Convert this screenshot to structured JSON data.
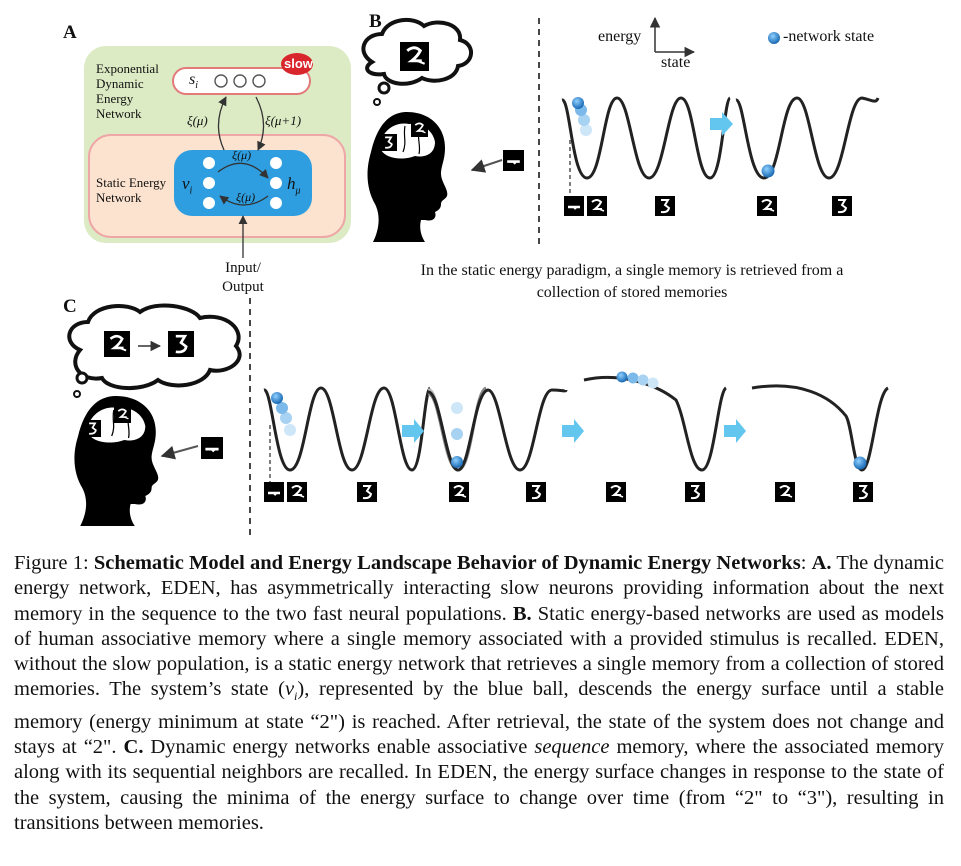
{
  "panels": {
    "a": "A",
    "b": "B",
    "c": "C"
  },
  "panel_a": {
    "slow_box_label": "Exponential Dynamic Energy Network",
    "slow_box_lines": [
      "Exponential",
      "Dynamic",
      "Energy",
      "Network"
    ],
    "slow_var": "s",
    "slow_var_sub": "i",
    "slow_badge": "slow",
    "xi_mu": "ξ(μ)",
    "xi_mu_plus": "ξ(μ+1)",
    "static_box_lines": [
      "Static Energy",
      "Network"
    ],
    "v_var": "v",
    "v_sub": "i",
    "h_var": "h",
    "h_sub": "μ",
    "io_label_lines": [
      "Input/",
      "Output"
    ]
  },
  "panel_b": {
    "axis_energy": "energy",
    "axis_state": "state",
    "legend": "-network state",
    "caption_lines": [
      "In the static energy paradigm, a single memory is retrieved from a",
      "collection of stored memories"
    ]
  },
  "digit_labels": {
    "two": "2",
    "three": "3"
  },
  "caption": {
    "figure_label": "Figure 1:",
    "title": "Schematic Model and Energy Landscape Behavior of Dynamic Energy Networks",
    "a_label": "A.",
    "a_text": "The dynamic energy network, EDEN, has asymmetrically interacting slow neurons providing information about the next memory in the sequence to the two fast neural populations.",
    "b_label": "B.",
    "b_text_1": "Static energy-based networks are used as models of human associative memory where a single memory associated with a provided stimulus is recalled.  EDEN, without the slow population, is a static energy network that retrieves a single memory from a collection of stored memories. The system’s state (",
    "b_var": "v",
    "b_var_sub": "i",
    "b_text_2": "), represented by the blue ball, descends the energy surface until a stable memory (energy minimum at state “2\") is reached. After retrieval, the state of the system does not change and stays at “2\".",
    "c_label": "C.",
    "c_text_1": "Dynamic energy networks enable associative",
    "c_em": "sequence",
    "c_text_2": "memory, where the associated memory along with its sequential neighbors are recalled. In EDEN, the energy surface changes in response to the state of the system, causing the minima of the energy surface to change over time (from “2\" to “3\"), resulting in transitions between memories."
  },
  "colors": {
    "green_box": "#dcebc4",
    "orange_box": "#fbe3cf",
    "pink_border": "#eea6a6",
    "blue_box": "#2f9ee0",
    "slow_badge": "#d8262c",
    "ball_blue": "#2f8fd8",
    "arrow_blue": "#63c6ee"
  }
}
